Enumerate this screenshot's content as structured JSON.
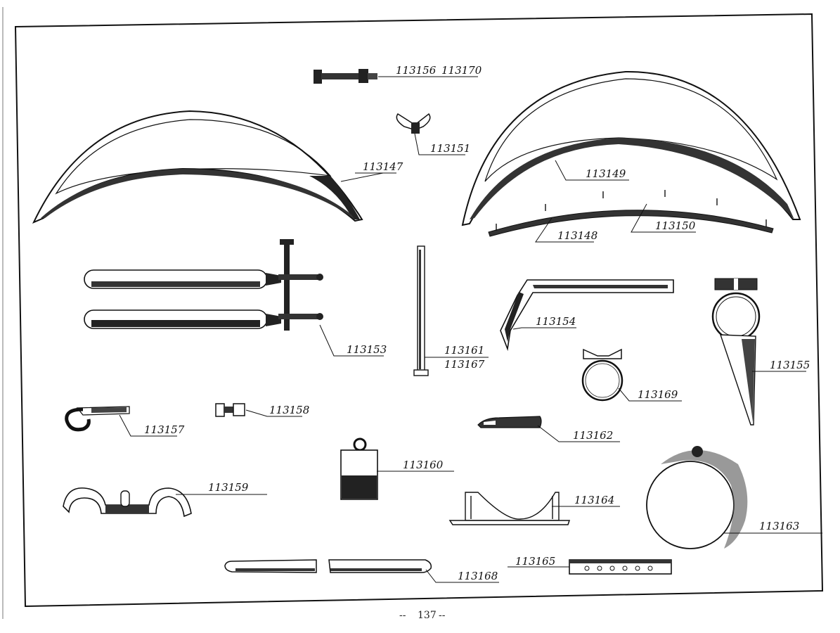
{
  "page_number": "137",
  "labels": {
    "l113156": "113156",
    "l113170": "113170",
    "l113151": "113151",
    "l113147": "113147",
    "l113149": "113149",
    "l113148": "113148",
    "l113150": "113150",
    "l113153": "113153",
    "l113161": "113161",
    "l113167": "113167",
    "l113154": "113154",
    "l113155": "113155",
    "l113169": "113169",
    "l113157": "113157",
    "l113158": "113158",
    "l113162": "113162",
    "l113160": "113160",
    "l113159": "113159",
    "l113164": "113164",
    "l113163": "113163",
    "l113165": "113165",
    "l113168": "113168"
  }
}
